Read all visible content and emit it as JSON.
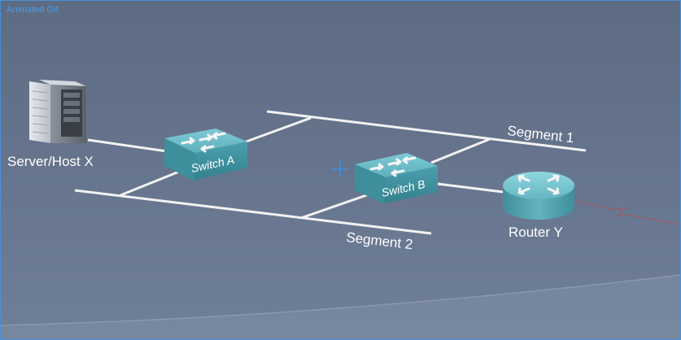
{
  "corner_label": "Animated Gif",
  "labels": {
    "server": "Server/Host X",
    "switch_a": "Switch A",
    "switch_b": "Switch B",
    "router": "Router Y",
    "segment1": "Segment 1",
    "segment2": "Segment 2"
  },
  "icons": {
    "server": "server-icon",
    "switch_a": "switch-icon",
    "switch_b": "switch-icon",
    "router": "router-icon",
    "cursor": "crosshair-cursor-icon"
  },
  "colors": {
    "background": "#6a7890",
    "frame": "#4a90d9",
    "corner_label": "#4a9be0",
    "link": "#f2f2f2",
    "label": "#ffffff",
    "device_teal": "#5fb0bd",
    "wan_link": "#c84040"
  }
}
